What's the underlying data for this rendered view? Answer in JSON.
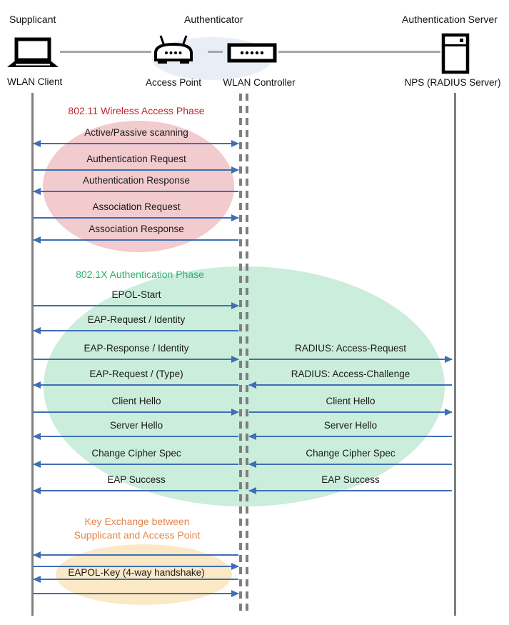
{
  "actors": {
    "supplicant_role": "Supplicant",
    "authenticator_role": "Authenticator",
    "auth_server_role": "Authentication Server",
    "wlan_client": "WLAN Client",
    "access_point": "Access Point",
    "wlan_controller": "WLAN Controller",
    "nps": "NPS (RADIUS Server)"
  },
  "icons": [
    "laptop-icon",
    "access-point-icon",
    "wlan-controller-icon",
    "server-icon"
  ],
  "phases": {
    "wireless_access": {
      "title": "802.11 Wireless Access Phase",
      "title_color": "#C0272E",
      "fill": "#F2CBCF"
    },
    "authentication": {
      "title": "802.1X Authentication Phase",
      "title_color": "#2EAF6E",
      "fill": "#CBEDDB"
    },
    "key_exchange": {
      "title_line1": "Key Exchange between",
      "title_line2": "Supplicant and Access Point",
      "title_color": "#E2854C",
      "fill": "#FBE9C6"
    }
  },
  "colors": {
    "arrow": "#3E6FB5",
    "lifeline": "#7F7F7F",
    "connector": "#A6A6A6",
    "authenticator_halo": "#E9EDF6"
  },
  "messages": [
    {
      "left": {
        "label": "Active/Passive scanning",
        "dir": "both"
      }
    },
    {
      "left": {
        "label": "Authentication Request",
        "dir": "right"
      }
    },
    {
      "left": {
        "label": "Authentication Response",
        "dir": "left"
      }
    },
    {
      "left": {
        "label": "Association Request",
        "dir": "right"
      }
    },
    {
      "left": {
        "label": "Association Response",
        "dir": "left"
      }
    },
    {
      "left": {
        "label": "EPOL-Start",
        "dir": "right"
      }
    },
    {
      "left": {
        "label": "EAP-Request / Identity",
        "dir": "left"
      }
    },
    {
      "left": {
        "label": "EAP-Response / Identity",
        "dir": "right"
      },
      "right": {
        "label": "RADIUS: Access-Request",
        "dir": "right"
      }
    },
    {
      "left": {
        "label": "EAP-Request / (Type)",
        "dir": "left"
      },
      "right": {
        "label": "RADIUS: Access-Challenge",
        "dir": "left"
      }
    },
    {
      "left": {
        "label": "Client Hello",
        "dir": "right"
      },
      "right": {
        "label": "Client Hello",
        "dir": "right"
      }
    },
    {
      "left": {
        "label": "Server Hello",
        "dir": "left"
      },
      "right": {
        "label": "Server Hello",
        "dir": "left"
      }
    },
    {
      "left": {
        "label": "Change Cipher Spec",
        "dir": "left"
      },
      "right": {
        "label": "Change Cipher Spec",
        "dir": "left"
      }
    },
    {
      "left": {
        "label": "EAP Success",
        "dir": "left"
      },
      "right": {
        "label": "EAP Success",
        "dir": "left"
      }
    },
    {
      "left": {
        "label": "",
        "dir": "left"
      }
    },
    {
      "left": {
        "label": "",
        "dir": "right"
      }
    },
    {
      "left": {
        "label": "EAPOL-Key (4-way handshake)",
        "dir": "left",
        "inline_label": true
      }
    },
    {
      "left": {
        "label": "",
        "dir": "right"
      }
    }
  ]
}
